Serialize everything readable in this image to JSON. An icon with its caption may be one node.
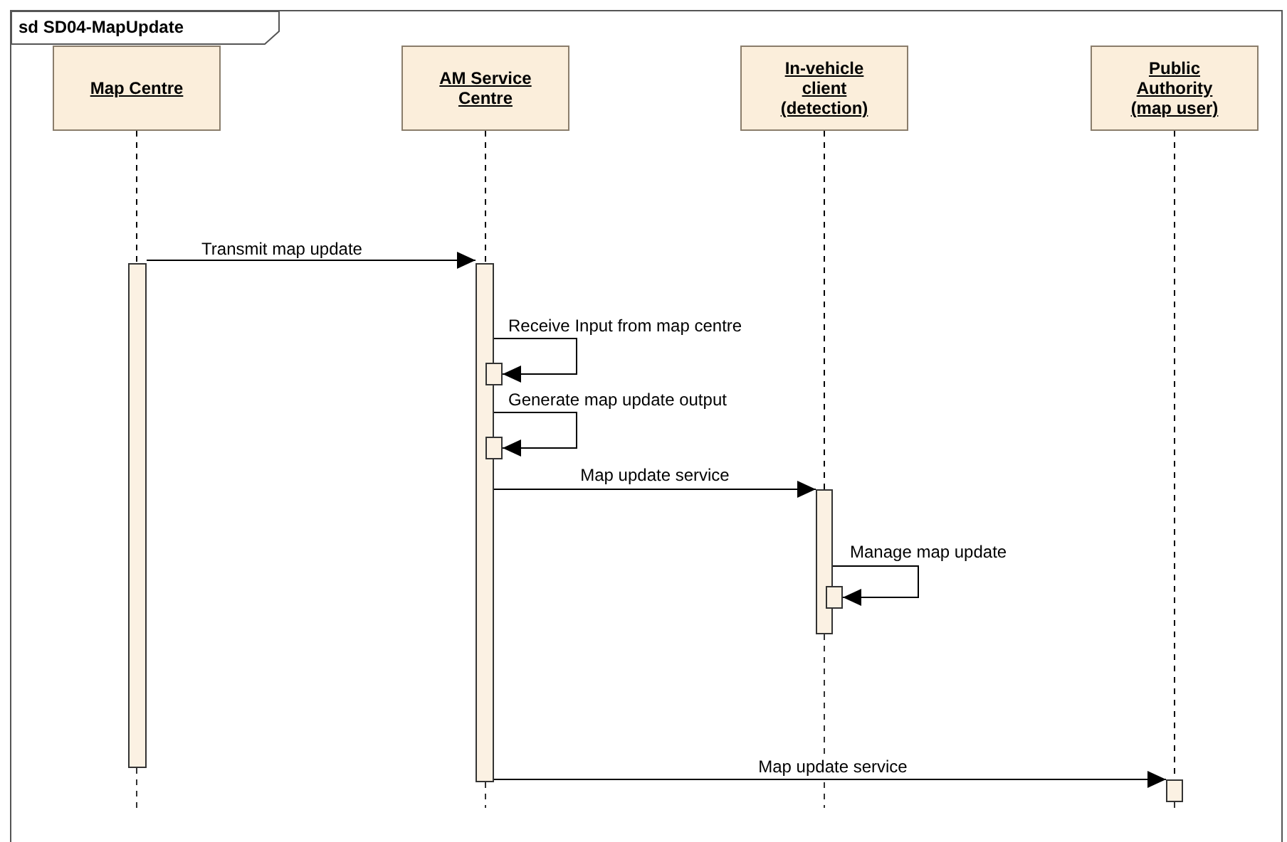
{
  "diagram": {
    "nodes": [
      {
        "text": [
          "sd SD04-MapUpdate"
        ]
      },
      {
        "text": [
          "Map Centre"
        ],
        "in": 0
      },
      {
        "text": [
          "AM Service Centre"
        ],
        "in": 0
      },
      {
        "text": [
          "In-vehicle client (detection)"
        ],
        "in": 0
      },
      {
        "text": [
          "Public Authority (map user)"
        ],
        "in": 0
      },
      {
        "text": [],
        "shape": "bar",
        "in": 0
      },
      {
        "text": [],
        "shape": "bar",
        "in": 0
      },
      {
        "text": [],
        "shape": "bar",
        "in": 0
      },
      {
        "text": [],
        "shape": "bar",
        "in": 0
      },
      {
        "text": [],
        "shape": "bar",
        "in": 0
      },
      {
        "text": [],
        "shape": "bar",
        "in": 0
      },
      {
        "text": [],
        "shape": "bar",
        "in": 0
      }
    ],
    "edges": [
      {
        "from": 5,
        "to": 6,
        "arrow": "to",
        "label": "Transmit map update"
      },
      {
        "from": 6,
        "to": 7,
        "arrow": "to",
        "label": "Receive Input from map centre"
      },
      {
        "from": 6,
        "to": 8,
        "arrow": "to",
        "label": "Generate map update output"
      },
      {
        "from": 6,
        "to": 9,
        "arrow": "to",
        "label": "Map update service"
      },
      {
        "from": 9,
        "to": 10,
        "arrow": "to",
        "label": "Manage map update"
      },
      {
        "from": 6,
        "to": 11,
        "arrow": "to",
        "label": "Map update service"
      },
      {
        "from": 1,
        "to": 5,
        "arrow": "none",
        "style": "dashed"
      },
      {
        "from": 2,
        "to": 6,
        "arrow": "none",
        "style": "dashed"
      },
      {
        "from": 3,
        "to": 9,
        "arrow": "none",
        "style": "dashed"
      },
      {
        "from": 4,
        "to": 11,
        "arrow": "none",
        "style": "dashed"
      }
    ]
  }
}
